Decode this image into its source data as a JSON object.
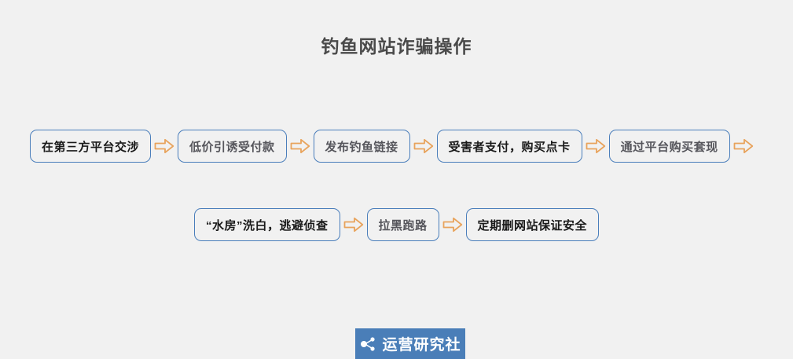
{
  "page": {
    "title": "钓鱼网站诈骗操作",
    "background_color": "#f1f1f1",
    "title_color": "#4a4a4a"
  },
  "theme": {
    "box_border_color": "#4a7ebb",
    "arrow_color": "#e8a35c",
    "text_dark": "#1a1a1a",
    "text_mid": "#56565c",
    "watermark_bg": "#4a7eb8"
  },
  "flow": {
    "row1": {
      "nodes": [
        {
          "label": "在第三方平台交涉",
          "tone": "dark"
        },
        {
          "label": "低价引诱受付款",
          "tone": "mid"
        },
        {
          "label": "发布钓鱼链接",
          "tone": "mid"
        },
        {
          "label": "受害者支付，购买点卡",
          "tone": "dark"
        },
        {
          "label": "通过平台购买套现",
          "tone": "mid"
        }
      ],
      "trailing_arrow": true
    },
    "row2": {
      "nodes": [
        {
          "label": "“水房”洗白，逃避侦查",
          "tone": "dark"
        },
        {
          "label": "拉黑跑路",
          "tone": "mid"
        },
        {
          "label": "定期删网站保证安全",
          "tone": "dark"
        }
      ],
      "trailing_arrow": false
    },
    "arrow_icon": "arrow-right-icon"
  },
  "watermark": {
    "text": "运营研究社",
    "icon": "share-icon"
  }
}
